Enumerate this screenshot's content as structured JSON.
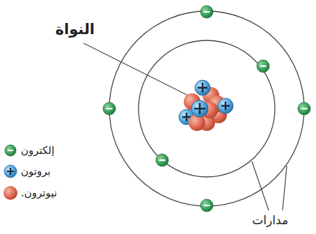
{
  "diagram": {
    "labels": [
      "النواة",
      "مدارات"
    ],
    "legend": [
      {
        "text": "إلكترون"
      },
      {
        "text": "بروتون"
      },
      {
        "text": "نيوترون."
      }
    ]
  }
}
